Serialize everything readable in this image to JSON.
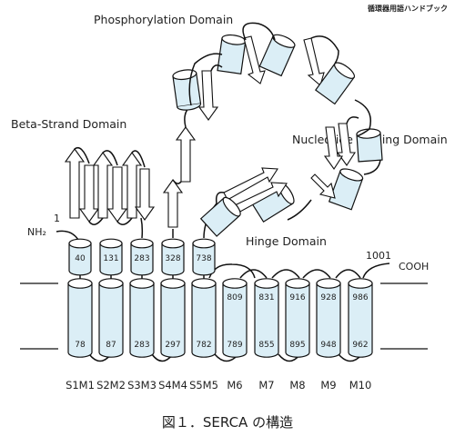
{
  "watermark": "循環器用語ハンドブック",
  "domains": {
    "phosphorylation": "Phosphorylation Domain",
    "beta_strand": "Beta-Strand Domain",
    "nucleotide_binding": "Nucleotide Binding Domain",
    "hinge": "Hinge Domain"
  },
  "termini": {
    "n_number": "1",
    "n_label": "NH₂",
    "c_number": "1001",
    "c_label": "COOH"
  },
  "stalk_numbers": [
    "40",
    "131",
    "283",
    "328",
    "738"
  ],
  "helices": [
    {
      "label": "S1M1",
      "top": "",
      "bottom": "78"
    },
    {
      "label": "S2M2",
      "top": "",
      "bottom": "87"
    },
    {
      "label": "S3M3",
      "top": "",
      "bottom": "283"
    },
    {
      "label": "S4M4",
      "top": "",
      "bottom": "297"
    },
    {
      "label": "S5M5",
      "top": "",
      "bottom": "782"
    },
    {
      "label": "M6",
      "top": "809",
      "bottom": "789"
    },
    {
      "label": "M7",
      "top": "831",
      "bottom": "855"
    },
    {
      "label": "M8",
      "top": "916",
      "bottom": "895"
    },
    {
      "label": "M9",
      "top": "928",
      "bottom": "948"
    },
    {
      "label": "M10",
      "top": "986",
      "bottom": "962"
    }
  ],
  "caption": "図１．SERCA の構造"
}
